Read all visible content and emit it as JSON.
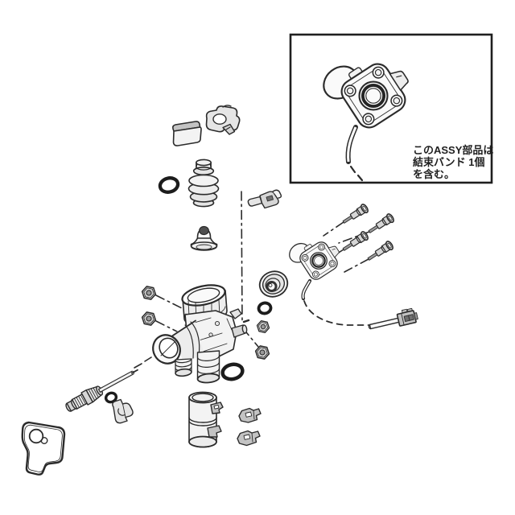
{
  "page": {
    "background": "#ffffff",
    "line_color": "#2b2b2b",
    "oring_color": "#1c1c1c",
    "note_text_color": "#1f1f1f"
  },
  "inset": {
    "note": {
      "line1": "このASSY部品は",
      "line2": "結束バンド 1個",
      "line3": "を含む。"
    }
  },
  "diagram": {
    "type": "exploded-parts-diagram",
    "parts": [
      {
        "name": "cover-cap"
      },
      {
        "name": "retainer-clip"
      },
      {
        "name": "o-ring-top"
      },
      {
        "name": "bellows-valve"
      },
      {
        "name": "poppet-valve"
      },
      {
        "name": "hose-clip"
      },
      {
        "name": "flange-assy-inset-view"
      },
      {
        "name": "flange-assy"
      },
      {
        "name": "flange-bolt-1"
      },
      {
        "name": "flange-bolt-2"
      },
      {
        "name": "flange-bolt-3"
      },
      {
        "name": "flange-bolt-4"
      },
      {
        "name": "diaphragm-disc"
      },
      {
        "name": "o-ring-mid"
      },
      {
        "name": "hex-nut-left-1"
      },
      {
        "name": "hex-nut-left-2"
      },
      {
        "name": "hex-nut-right-1"
      },
      {
        "name": "hex-nut-right-2"
      },
      {
        "name": "valve-body"
      },
      {
        "name": "outlet-o-ring"
      },
      {
        "name": "spindle-cartridge"
      },
      {
        "name": "spindle-o-ring"
      },
      {
        "name": "spindle-clip"
      },
      {
        "name": "key-plate"
      },
      {
        "name": "outlet-cylinder"
      },
      {
        "name": "hose-clamp-1"
      },
      {
        "name": "hose-clamp-2"
      },
      {
        "name": "sensor-connector"
      }
    ]
  }
}
